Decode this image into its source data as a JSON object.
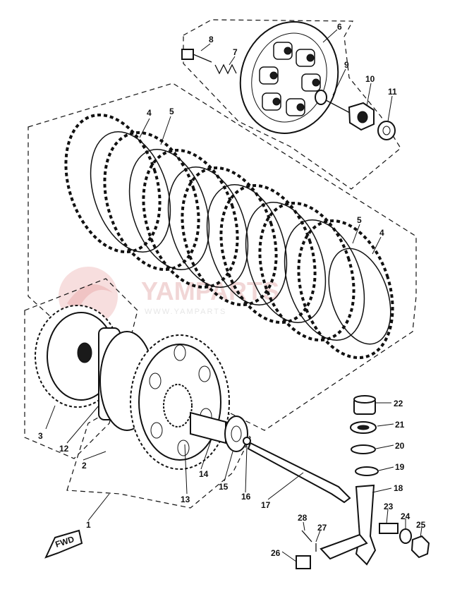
{
  "watermark": {
    "text": "YAMPARTS",
    "subtext": "WWW.YAMPARTS"
  },
  "front_arrow": {
    "label": "FWD"
  },
  "parts": [
    {
      "num": "1"
    },
    {
      "num": "2"
    },
    {
      "num": "3"
    },
    {
      "num": "4"
    },
    {
      "num": "4"
    },
    {
      "num": "5"
    },
    {
      "num": "5"
    },
    {
      "num": "6"
    },
    {
      "num": "7"
    },
    {
      "num": "8"
    },
    {
      "num": "9"
    },
    {
      "num": "10"
    },
    {
      "num": "11"
    },
    {
      "num": "12"
    },
    {
      "num": "13"
    },
    {
      "num": "14"
    },
    {
      "num": "15"
    },
    {
      "num": "16"
    },
    {
      "num": "17"
    },
    {
      "num": "18"
    },
    {
      "num": "19"
    },
    {
      "num": "20"
    },
    {
      "num": "21"
    },
    {
      "num": "22"
    },
    {
      "num": "23"
    },
    {
      "num": "24"
    },
    {
      "num": "25"
    },
    {
      "num": "26"
    },
    {
      "num": "27"
    },
    {
      "num": "28"
    }
  ]
}
